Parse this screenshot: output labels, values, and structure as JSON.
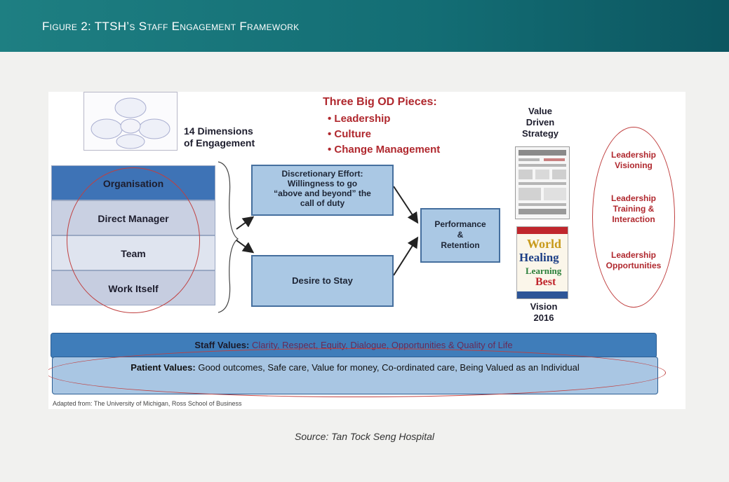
{
  "header": {
    "title": "Figure 2: TTSH’s Staff Engagement Framework"
  },
  "diagram": {
    "dimensions_label_line1": "14 Dimensions",
    "dimensions_label_line2": "of Engagement",
    "od_title": "Three Big OD Pieces:",
    "od_items": [
      "Leadership",
      "Culture",
      "Change Management"
    ],
    "engagement_levels": [
      "Organisation",
      "Direct Manager",
      "Team",
      "Work Itself"
    ],
    "effort_box": {
      "line1": "Discretionary Effort:",
      "line2": "Willingness to go",
      "line3": "“above and beyond” the",
      "line4": "call of duty"
    },
    "stay_box": "Desire to Stay",
    "performance_box": {
      "line1": "Performance",
      "line2": "&",
      "line3": "Retention"
    },
    "strategy_label": {
      "line1": "Value",
      "line2": "Driven",
      "line3": "Strategy"
    },
    "vision_label": {
      "line1": "Vision",
      "line2": "2016"
    },
    "vision_cover_words": [
      "World",
      "Healing",
      "Learning",
      "Best"
    ],
    "leadership_items": [
      {
        "line1": "Leadership",
        "line2": "Visioning"
      },
      {
        "line1": "Leadership",
        "line2": "Training &",
        "line3": "Interaction"
      },
      {
        "line1": "Leadership",
        "line2": "Opportunities"
      }
    ],
    "staff_values": {
      "label": "Staff Values:",
      "text": "Clarity, Respect, Equity, Dialogue, Opportunities & Quality of Life"
    },
    "patient_values": {
      "label": "Patient Values:",
      "text": "Good outcomes, Safe care, Value for money, Co-ordinated care, Being Valued as an Individual"
    },
    "adapted_from": "Adapted from: The University of Michigan, Ross School of Business"
  },
  "caption": "Source: Tan Tock Seng Hospital",
  "colors": {
    "header": "#1a7479",
    "box_fill": "#aac8e4",
    "box_border": "#456f9e",
    "accent_red": "#b0282e"
  }
}
